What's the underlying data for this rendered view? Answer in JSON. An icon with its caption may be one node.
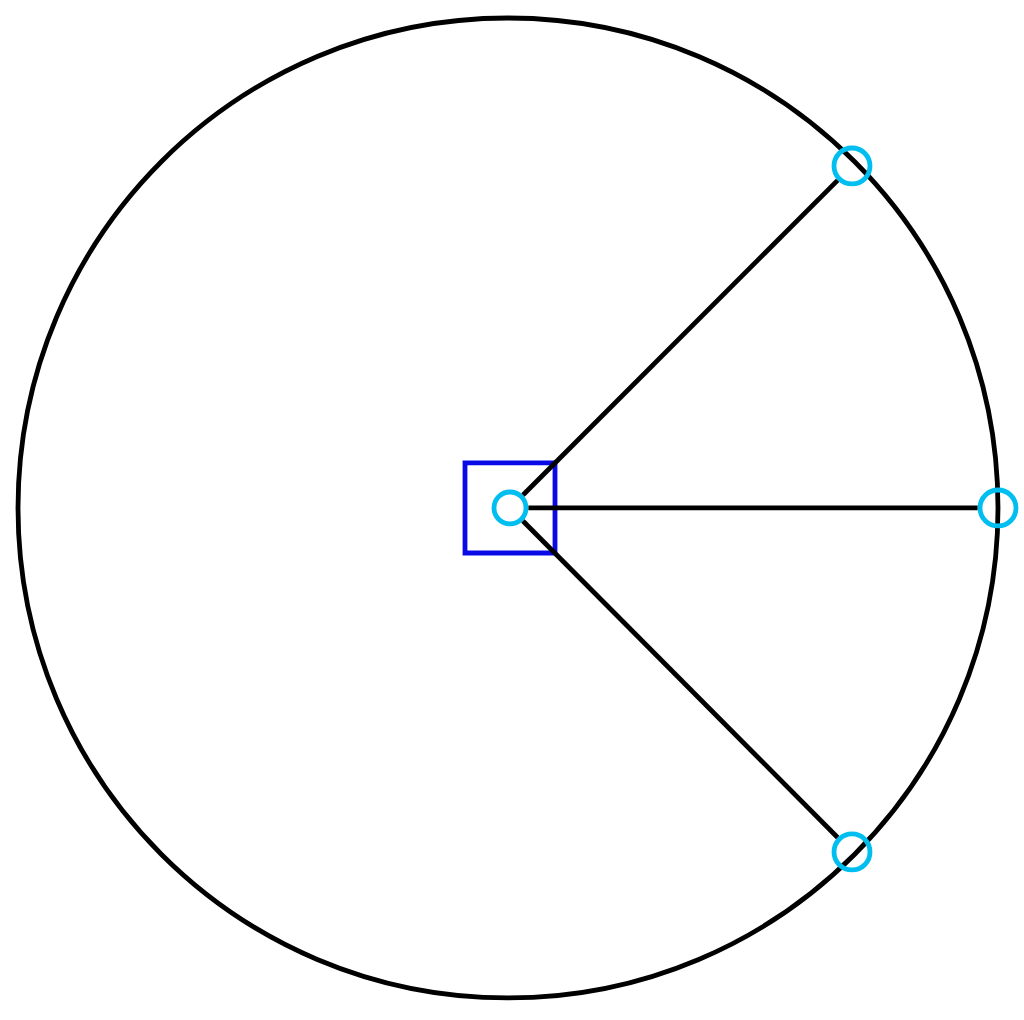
{
  "diagram": {
    "nodes": [
      {
        "text": [],
        "shape": "circle"
      },
      {
        "text": [],
        "shape": "box",
        "in": 0
      },
      {
        "text": [],
        "shape": "circle",
        "in": 1
      },
      {
        "text": [],
        "shape": "circle",
        "in": 0
      },
      {
        "text": [],
        "shape": "circle",
        "in": 0
      },
      {
        "text": [],
        "shape": "circle",
        "in": 0
      }
    ],
    "edges": [
      {
        "from": 2,
        "to": 3,
        "arrow": "none"
      },
      {
        "from": 2,
        "to": 4,
        "arrow": "none"
      },
      {
        "from": 2,
        "to": 5,
        "arrow": "none"
      }
    ]
  }
}
